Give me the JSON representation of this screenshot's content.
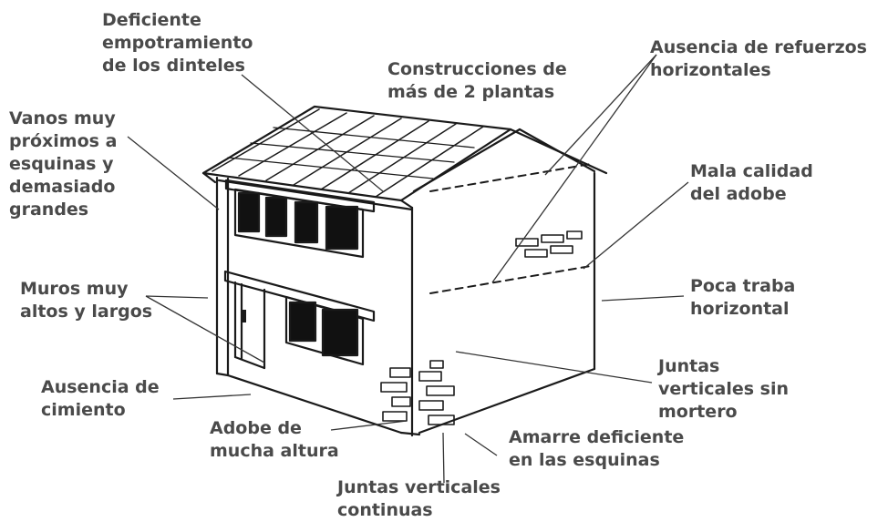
{
  "labels": {
    "dinteles": [
      "Deficiente",
      "empotramiento",
      "de los dinteles"
    ],
    "plantas": [
      "Construcciones de",
      "más de 2 plantas"
    ],
    "refuerzos": [
      "Ausencia de refuerzos",
      "horizontales"
    ],
    "vanos": [
      "Vanos muy",
      "próximos a",
      "esquinas y",
      "demasiado",
      "grandes"
    ],
    "calidad": [
      "Mala calidad",
      "del adobe"
    ],
    "muros": [
      "Muros muy",
      "altos y largos"
    ],
    "traba": [
      "Poca traba",
      "horizontal"
    ],
    "juntas_sin_mortero": [
      "Juntas",
      "verticales sin",
      "mortero"
    ],
    "cimiento": [
      "Ausencia de",
      "cimiento"
    ],
    "adobe_altura": [
      "Adobe de",
      "mucha altura"
    ],
    "amarre": [
      "Amarre deficiente",
      "en las esquinas"
    ],
    "juntas_continuas": [
      "Juntas verticales",
      "continuas"
    ]
  },
  "colors": {
    "label_text": "#4a4a4a",
    "line_art": "#1a1a1a",
    "background": "#ffffff"
  }
}
